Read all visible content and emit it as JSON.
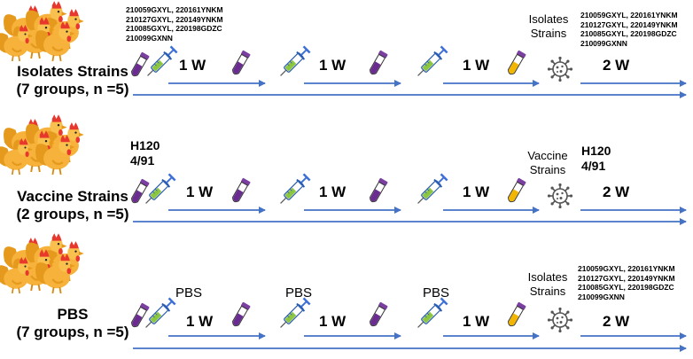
{
  "colors": {
    "arrow": "#4472c4",
    "syringe_fill": "#8dc63f",
    "syringe_body": "#ffffff",
    "plunger": "#3d6fd6",
    "tube_purple": "#6a2c91",
    "tube_yellow": "#f2b600",
    "tube_green": "#8dc63f",
    "chicken_body": "#f7b23b",
    "chicken_comb": "#e8372c",
    "virus": "#555555"
  },
  "icons": {
    "chicken": "chicken-flock-icon",
    "tube": "sample-tube-icon",
    "syringe": "syringe-icon",
    "virus": "virus-icon"
  },
  "groups": [
    {
      "label_line1": "Isolates Strains",
      "label_line2": "(7  groups, n =5)",
      "strains_left": [
        "210059GXYL, 220161YNKM",
        "210127GXYL, 220149YNKM",
        "210085GXYL, 220198GDZC",
        "210099GXNN"
      ],
      "challenge_label_line1": "Isolates",
      "challenge_label_line2": "Strains",
      "strains_right": [
        "210059GXYL, 220161YNKM",
        "210127GXYL, 220149YNKM",
        "210085GXYL, 220198GDZC",
        "210099GXNN"
      ],
      "intervals": [
        "1 W",
        "1 W",
        "1 W",
        "2 W"
      ]
    },
    {
      "label_line1": "Vaccine Strains",
      "label_line2": "(2  groups, n =5)",
      "strains_left": [
        "H120",
        "4/91"
      ],
      "challenge_label_line1": "Vaccine",
      "challenge_label_line2": "Strains",
      "strains_right": [
        "H120",
        "4/91"
      ],
      "intervals": [
        "1 W",
        "1 W",
        "1 W",
        "2 W"
      ]
    },
    {
      "label_line1": "PBS",
      "label_line2": "(7  groups, n =5)",
      "pbs_labels": [
        "PBS",
        "PBS",
        "PBS"
      ],
      "challenge_label_line1": "Isolates",
      "challenge_label_line2": "Strains",
      "strains_right": [
        "210059GXYL, 220161YNKM",
        "210127GXYL, 220149YNKM",
        "210085GXYL, 220198GDZC",
        "210099GXNN"
      ],
      "intervals": [
        "1 W",
        "1 W",
        "1 W",
        "2 W"
      ]
    }
  ]
}
